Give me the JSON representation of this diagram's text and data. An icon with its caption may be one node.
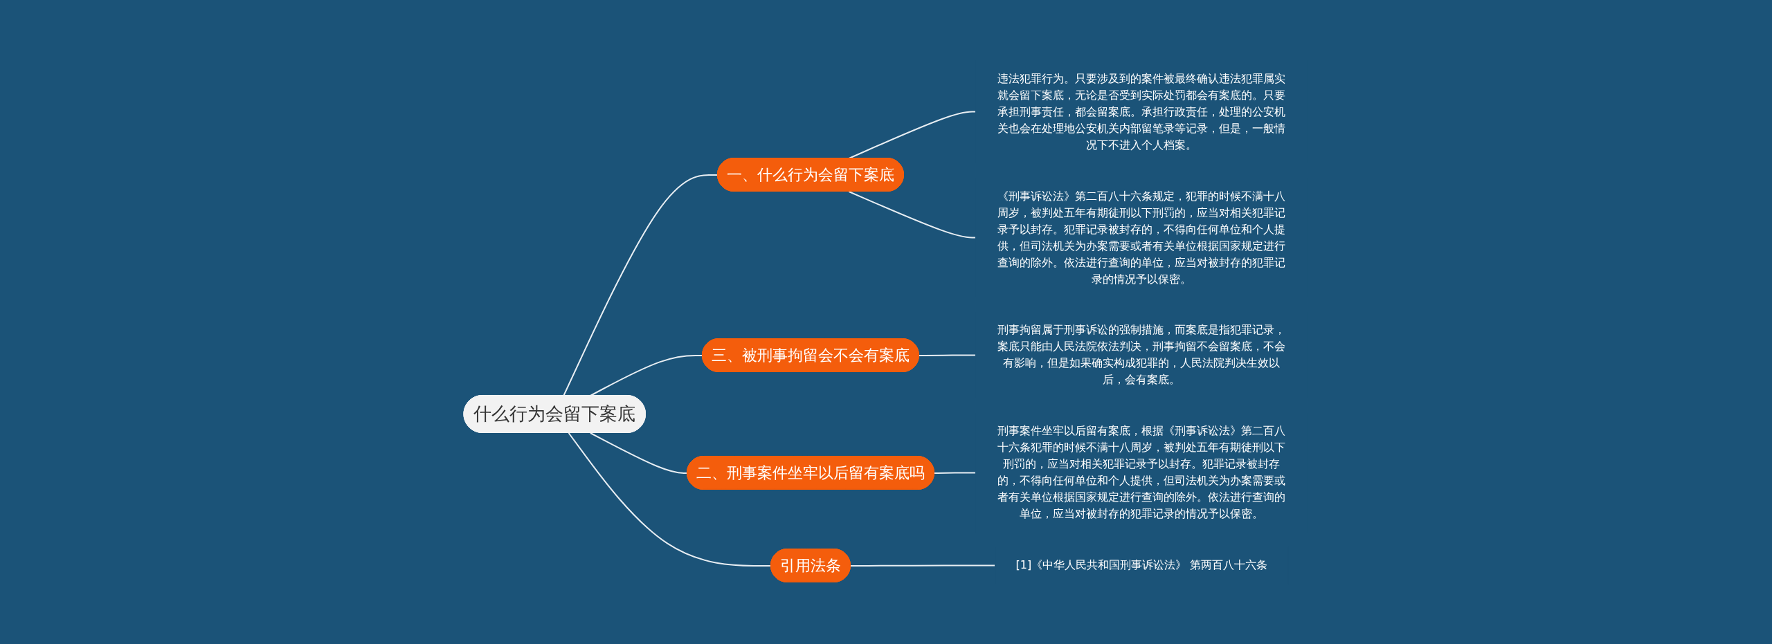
{
  "diagram": {
    "nodes": [
      {
        "text": [
          "什么行为会留下案底"
        ]
      },
      {
        "text": [
          "一、什么行为会留下案底"
        ]
      },
      {
        "text": [
          "违法犯罪行为。只要涉及到的案件被最终确认违法犯罪属实就会留下案底，无论是否受到实际处罚都会有案底的。只要承担刑事责任，都会留案底。承担行政责任，处理的公安机关也会在处理地公安机关内部留笔录等记录，但是，一般情况下不进入个人档案。"
        ]
      },
      {
        "text": [
          "《刑事诉讼法》第二百八十六条规定，犯罪的时候不满十八周岁，被判处五年有期徒刑以下刑罚的，应当对相关犯罪记录予以封存。犯罪记录被封存的，不得向任何单位和个人提供，但司法机关为办案需要或者有关单位根据国家规定进行查询的除外。依法进行查询的单位，应当对被封存的犯罪记录的情况予以保密。"
        ]
      },
      {
        "text": [
          "三、被刑事拘留会不会有案底"
        ]
      },
      {
        "text": [
          "刑事拘留属于刑事诉讼的强制措施，而案底是指犯罪记录，案底只能由人民法院依法判决，刑事拘留不会留案底，不会有影响，但是如果确实构成犯罪的，人民法院判决生效以后，会有案底。"
        ]
      },
      {
        "text": [
          "二、刑事案件坐牢以后留有案底吗"
        ]
      },
      {
        "text": [
          "刑事案件坐牢以后留有案底，根据《刑事诉讼法》第二百八十六条犯罪的时候不满十八周岁，被判处五年有期徒刑以下刑罚的，应当对相关犯罪记录予以封存。犯罪记录被封存的，不得向任何单位和个人提供，但司法机关为办案需要或者有关单位根据国家规定进行查询的除外。依法进行查询的单位，应当对被封存的犯罪记录的情况予以保密。"
        ]
      },
      {
        "text": [
          "引用法条"
        ]
      },
      {
        "text": [
          "[1]《中华人民共和国刑事诉讼法》 第两百八十六条"
        ]
      }
    ],
    "edges": [
      {
        "from": 0,
        "to": 1,
        "arrow": "none"
      },
      {
        "from": 1,
        "to": 2,
        "arrow": "none"
      },
      {
        "from": 1,
        "to": 3,
        "arrow": "none"
      },
      {
        "from": 0,
        "to": 4,
        "arrow": "none"
      },
      {
        "from": 4,
        "to": 5,
        "arrow": "none"
      },
      {
        "from": 0,
        "to": 6,
        "arrow": "none"
      },
      {
        "from": 6,
        "to": 7,
        "arrow": "none"
      },
      {
        "from": 0,
        "to": 8,
        "arrow": "none"
      },
      {
        "from": 8,
        "to": 9,
        "arrow": "none"
      }
    ]
  }
}
